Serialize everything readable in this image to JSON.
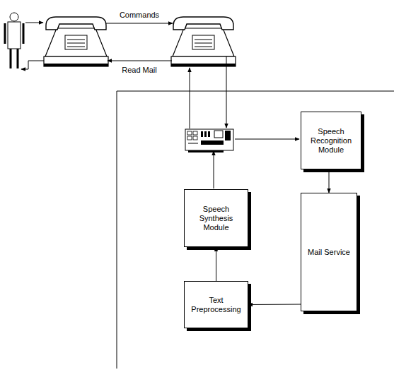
{
  "diagram": {
    "nodes": [
      {
        "text": [
          "Speech Recognition Module"
        ]
      },
      {
        "text": [
          "Speech Synthesis Module"
        ]
      },
      {
        "text": [
          "Mail Service"
        ]
      },
      {
        "text": [
          "Text Preprocessing"
        ]
      }
    ],
    "edges": [
      {
        "from": 0,
        "to": 2,
        "arrow": "to"
      },
      {
        "from": 2,
        "to": 3,
        "arrow": "to"
      },
      {
        "from": 3,
        "to": 1,
        "arrow": "to"
      }
    ],
    "labels": [
      "Commands",
      "Read Mail"
    ]
  }
}
